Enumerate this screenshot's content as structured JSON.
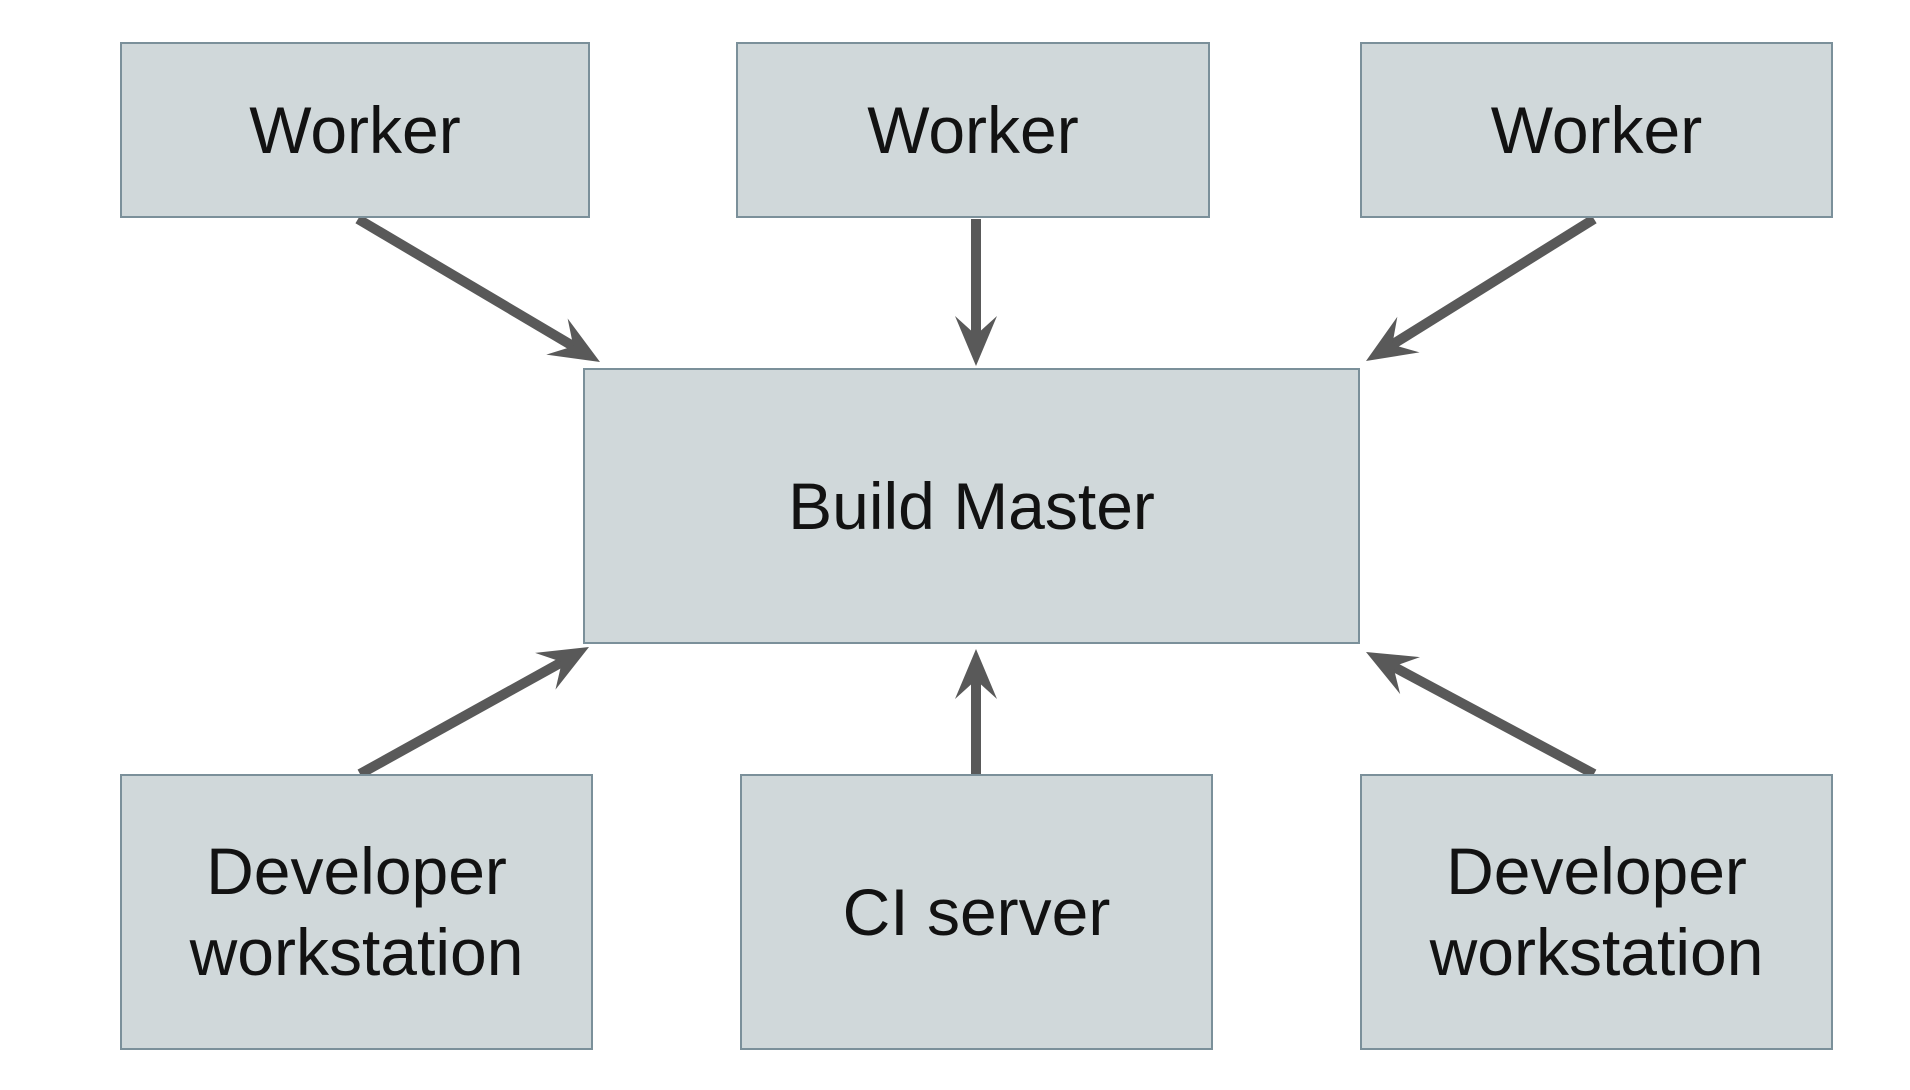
{
  "diagram": {
    "nodes": {
      "worker_left": {
        "label": "Worker"
      },
      "worker_middle": {
        "label": "Worker"
      },
      "worker_right": {
        "label": "Worker"
      },
      "build_master": {
        "label": "Build Master"
      },
      "dev_left": {
        "label": "Developer workstation"
      },
      "ci_server": {
        "label": "CI server"
      },
      "dev_right": {
        "label": "Developer workstation"
      }
    },
    "edges": [
      {
        "from": "worker-left",
        "to": "build-master"
      },
      {
        "from": "worker-middle",
        "to": "build-master"
      },
      {
        "from": "worker-right",
        "to": "build-master"
      },
      {
        "from": "dev-left",
        "to": "build-master"
      },
      {
        "from": "ci-server",
        "to": "build-master"
      },
      {
        "from": "dev-right",
        "to": "build-master"
      }
    ],
    "colors": {
      "node_fill": "#d0d8da",
      "node_border": "#7b909a",
      "arrow": "#595959",
      "text": "#121212",
      "background": "#ffffff"
    }
  }
}
